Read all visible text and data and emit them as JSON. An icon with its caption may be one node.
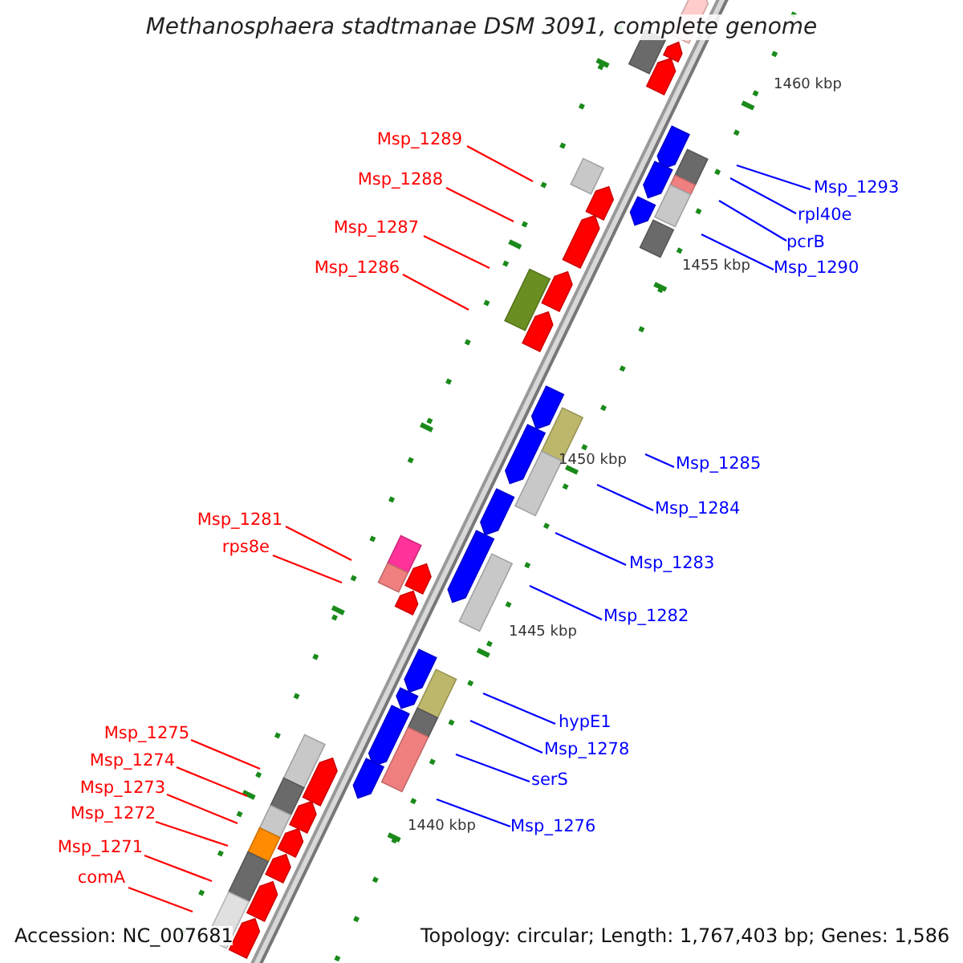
{
  "diagram": {
    "title": "Methanosphaera stadtmanae DSM 3091, complete genome",
    "nodes": [
      {
        "text": [
          "Msp_1289"
        ]
      },
      {
        "text": [
          "Msp_1288"
        ]
      },
      {
        "text": [
          "Msp_1287"
        ]
      },
      {
        "text": [
          "Msp_1286"
        ]
      },
      {
        "text": [
          "Msp_1293"
        ]
      },
      {
        "text": [
          "rpl40e"
        ]
      },
      {
        "text": [
          "pcrB"
        ]
      },
      {
        "text": [
          "Msp_1290"
        ]
      },
      {
        "text": [
          "Msp_1285"
        ]
      },
      {
        "text": [
          "Msp_1284"
        ]
      },
      {
        "text": [
          "Msp_1283"
        ]
      },
      {
        "text": [
          "Msp_1282"
        ]
      },
      {
        "text": [
          "Msp_1281"
        ]
      },
      {
        "text": [
          "rps8e"
        ]
      },
      {
        "text": [
          "hypE1"
        ]
      },
      {
        "text": [
          "Msp_1278"
        ]
      },
      {
        "text": [
          "serS"
        ]
      },
      {
        "text": [
          "Msp_1276"
        ]
      },
      {
        "text": [
          "Msp_1275"
        ]
      },
      {
        "text": [
          "Msp_1274"
        ]
      },
      {
        "text": [
          "Msp_1273"
        ]
      },
      {
        "text": [
          "Msp_1272"
        ]
      },
      {
        "text": [
          "Msp_1271"
        ]
      },
      {
        "text": [
          "comA"
        ]
      }
    ],
    "edges": [
      {
        "from": 0,
        "to": null,
        "arrow": "none",
        "color": "#ff0000"
      },
      {
        "from": 1,
        "to": null,
        "arrow": "none",
        "color": "#ff0000"
      },
      {
        "from": 2,
        "to": null,
        "arrow": "none",
        "color": "#ff0000"
      },
      {
        "from": 3,
        "to": null,
        "arrow": "none",
        "color": "#ff0000"
      },
      {
        "from": 4,
        "to": null,
        "arrow": "none",
        "color": "#0000ff"
      },
      {
        "from": 5,
        "to": null,
        "arrow": "none",
        "color": "#0000ff"
      },
      {
        "from": 6,
        "to": null,
        "arrow": "none",
        "color": "#0000ff"
      },
      {
        "from": 7,
        "to": null,
        "arrow": "none",
        "color": "#0000ff"
      },
      {
        "from": 8,
        "to": null,
        "arrow": "none",
        "color": "#0000ff"
      },
      {
        "from": 9,
        "to": null,
        "arrow": "none",
        "color": "#0000ff"
      },
      {
        "from": 10,
        "to": null,
        "arrow": "none",
        "color": "#0000ff"
      },
      {
        "from": 11,
        "to": null,
        "arrow": "none",
        "color": "#0000ff"
      },
      {
        "from": 12,
        "to": null,
        "arrow": "none",
        "color": "#ff0000"
      },
      {
        "from": 13,
        "to": null,
        "arrow": "none",
        "color": "#ff0000"
      },
      {
        "from": 14,
        "to": null,
        "arrow": "none",
        "color": "#0000ff"
      },
      {
        "from": 15,
        "to": null,
        "arrow": "none",
        "color": "#0000ff"
      },
      {
        "from": 16,
        "to": null,
        "arrow": "none",
        "color": "#0000ff"
      },
      {
        "from": 17,
        "to": null,
        "arrow": "none",
        "color": "#0000ff"
      },
      {
        "from": 18,
        "to": null,
        "arrow": "none",
        "color": "#ff0000"
      },
      {
        "from": 19,
        "to": null,
        "arrow": "none",
        "color": "#ff0000"
      },
      {
        "from": 20,
        "to": null,
        "arrow": "none",
        "color": "#ff0000"
      },
      {
        "from": 21,
        "to": null,
        "arrow": "none",
        "color": "#ff0000"
      },
      {
        "from": 22,
        "to": null,
        "arrow": "none",
        "color": "#ff0000"
      },
      {
        "from": 23,
        "to": null,
        "arrow": "none",
        "color": "#ff0000"
      }
    ],
    "labels": [
      "1460 kbp",
      "1455 kbp",
      "1450 kbp",
      "1445 kbp",
      "1440 kbp",
      "Accession: NC_007681",
      "Topology: circular; Length: 1,767,403 bp; Genes: 1,586"
    ]
  }
}
